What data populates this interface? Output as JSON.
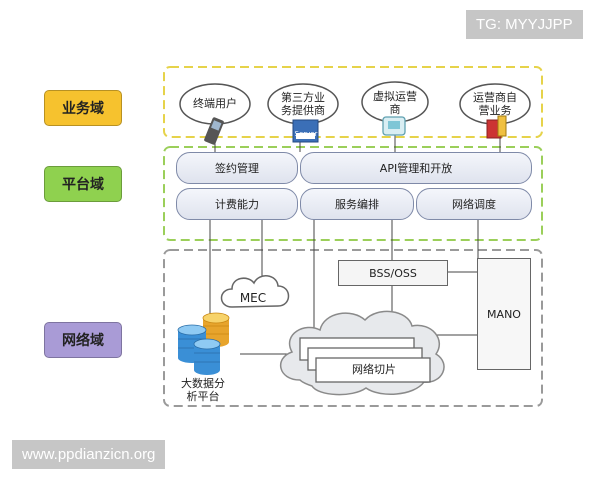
{
  "watermarks": {
    "top": "TG: MYYJJPP",
    "bottom": "www.ppdianzicn.org"
  },
  "domains": {
    "business": {
      "label": "业务域",
      "color": "#f6c22e"
    },
    "platform": {
      "label": "平台域",
      "color": "#8fd14f"
    },
    "network": {
      "label": "网络域",
      "color": "#a99bd6"
    }
  },
  "business_items": [
    "终端用户",
    "第三方业\n务提供商",
    "虚拟运营\n商",
    "运营商自\n营业务"
  ],
  "server_caption": "Server",
  "platform": {
    "signing": "签约管理",
    "api": "API管理和开放",
    "billing": "计费能力",
    "orchestration": "服务编排",
    "scheduling": "网络调度"
  },
  "network": {
    "mec": "MEC",
    "bss": "BSS/OSS",
    "mano": "MANO",
    "slicing": "网络切片",
    "bigdata": "大数据分\n析平台"
  }
}
